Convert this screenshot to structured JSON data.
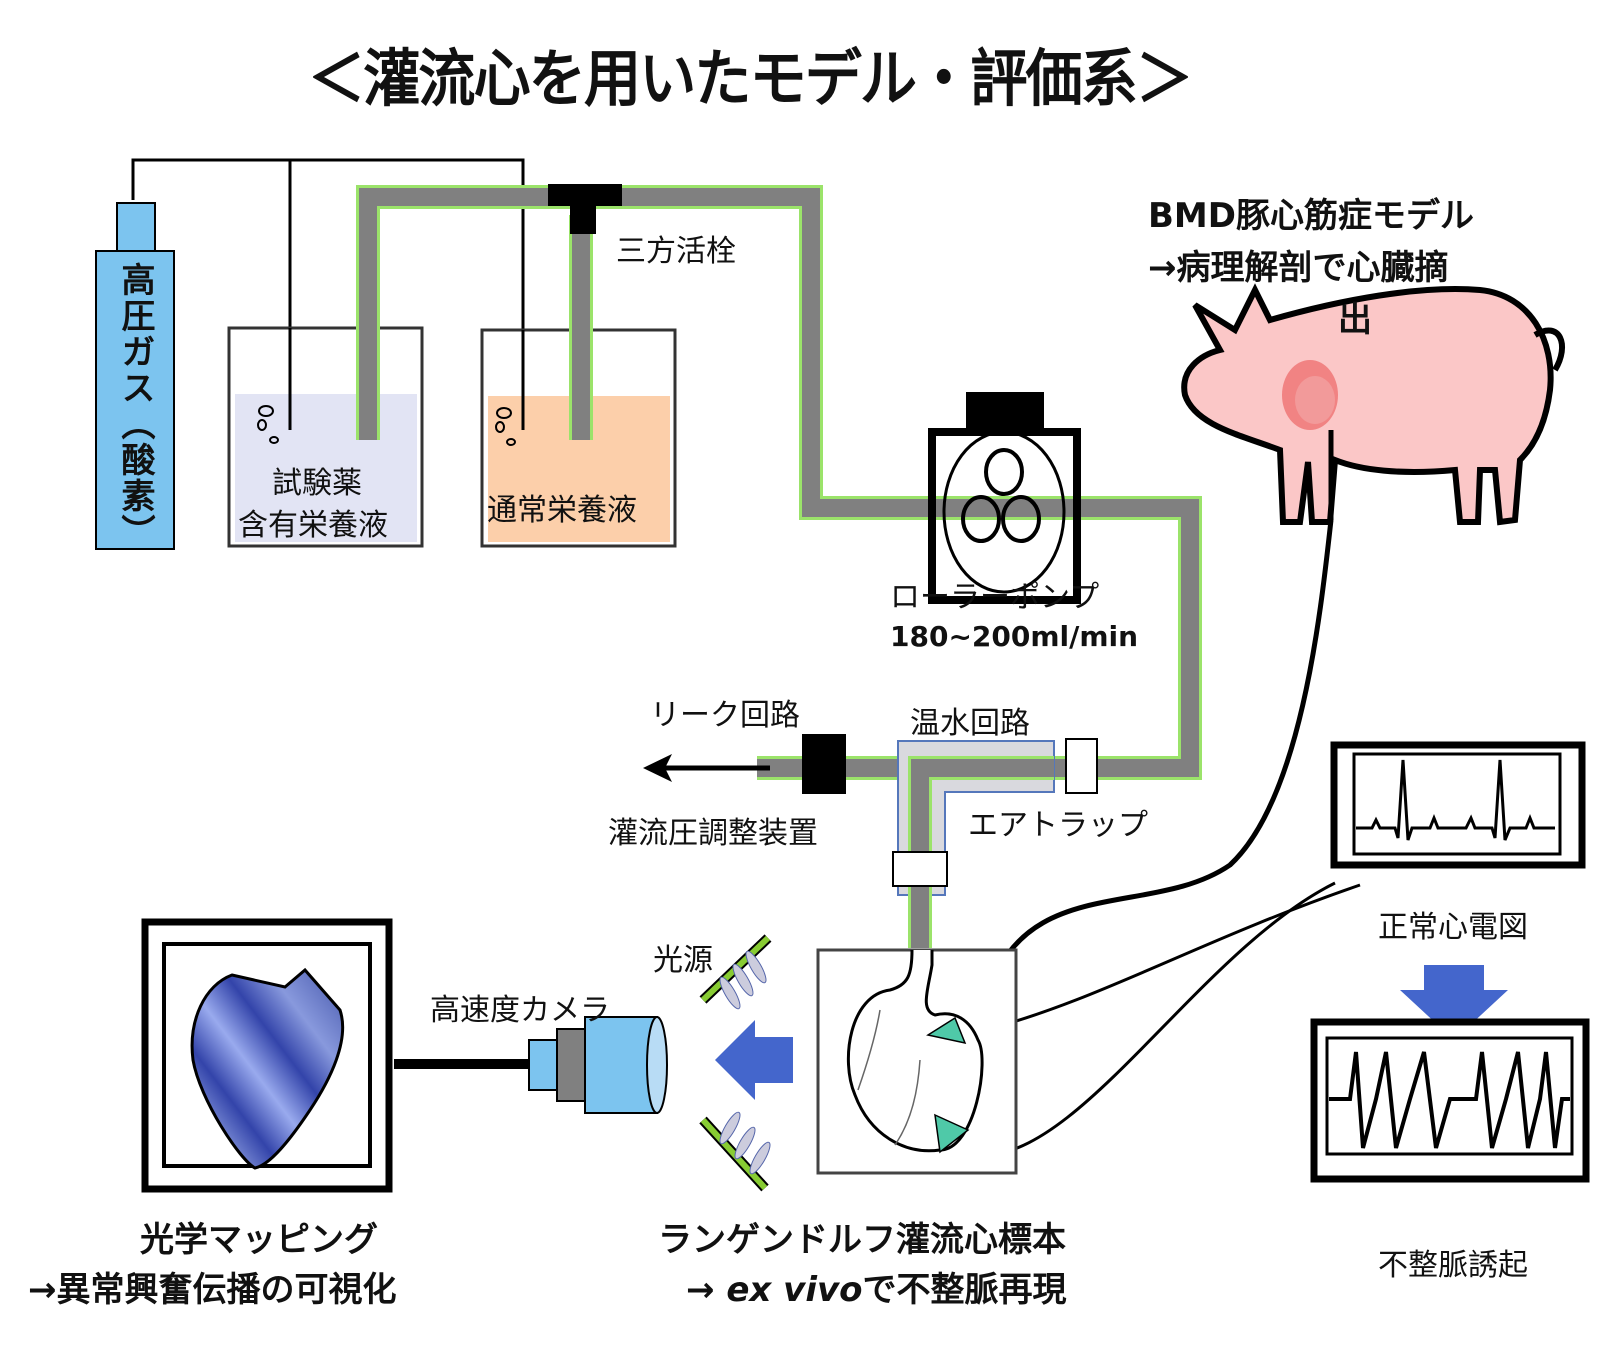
{
  "title": "＜灌流心を用いたモデル・評価系＞",
  "gas_cylinder": {
    "label": "高圧ガス（酸素）",
    "color": "#7cc4ef"
  },
  "beakers": [
    {
      "label_line1": "試験薬",
      "label_line2": "含有栄養液",
      "fluid_color": "#e2e4f4"
    },
    {
      "label_line1": "",
      "label_line2": "通常栄養液",
      "fluid_color": "#fccfaa"
    }
  ],
  "stopcock_label": "三方活栓",
  "pig": {
    "line1": "BMD豚心筋症モデル",
    "line2": "→病理解剖で心臓摘",
    "line3": "出",
    "color": "#fbc7c7"
  },
  "pump": {
    "label": "ローラーポンプ",
    "rate": "180~200ml/min"
  },
  "leak_label": "リーク回路",
  "warm_water_label": "温水回路",
  "pressure_label": "灌流圧調整装置",
  "air_trap_label": "エアトラップ",
  "light_source_label": "光源",
  "camera_label": "高速度カメラ",
  "optical_mapping": {
    "line1": "光学マッピング",
    "line2": "→異常興奮伝播の可視化"
  },
  "langendorff": {
    "line1": "ランゲンドルフ灌流心標本",
    "line2_prefix": "→ ",
    "line2_italic": "ex vivo",
    "line2_suffix": "で不整脈再現"
  },
  "ecg_normal_label": "正常心電図",
  "ecg_arrhythmia_label": "不整脈誘起",
  "colors": {
    "tube": "#808080",
    "tube_edge": "#9be36a",
    "arrow_blue": "#4466cc",
    "electrode": "#4fc9a8",
    "light_bar": "#88cc33"
  }
}
